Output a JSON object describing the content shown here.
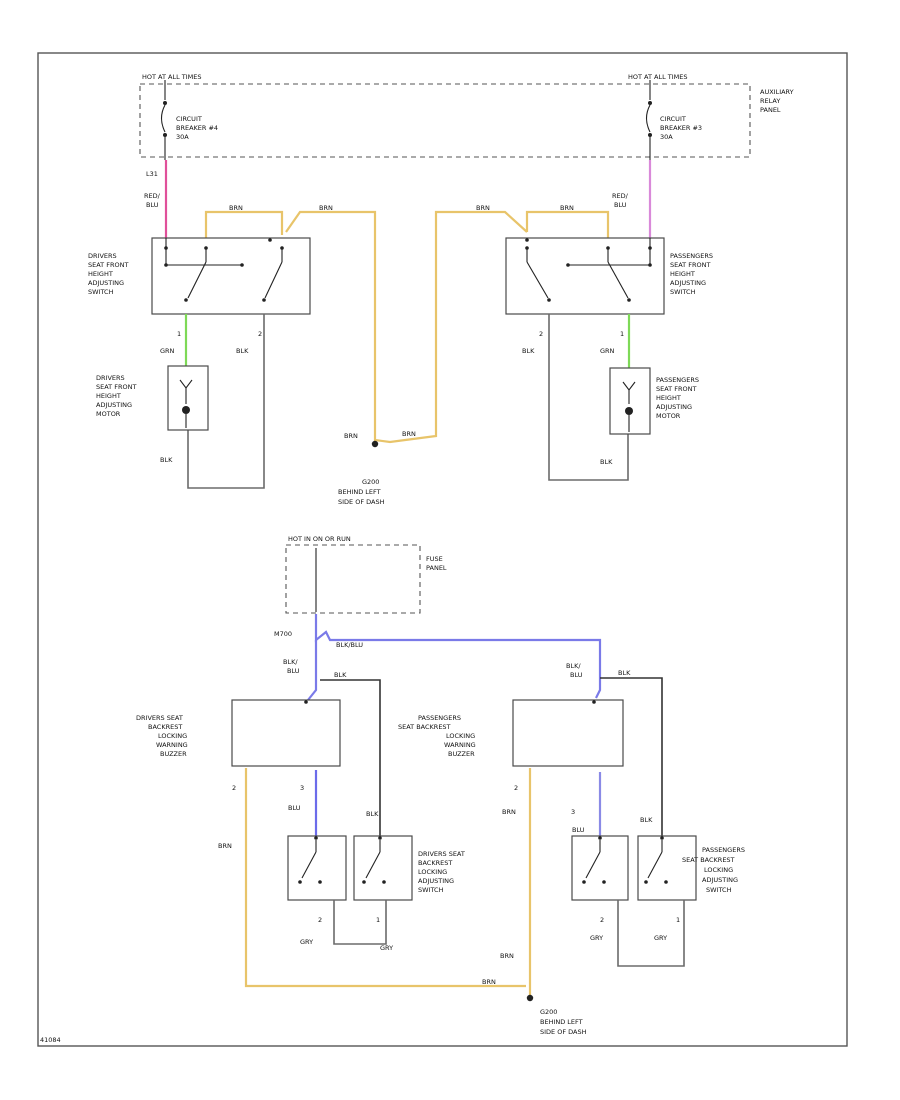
{
  "labels": {
    "hot_left": "HOT AT ALL TIMES",
    "hot_right": "HOT AT ALL TIMES",
    "aux_relay_panel": [
      "AUXILIARY",
      "RELAY",
      "PANEL"
    ],
    "cb_left": [
      "CIRCUIT",
      "BREAKER #4",
      "30A"
    ],
    "cb_right": [
      "CIRCUIT",
      "BREAKER #3",
      "30A"
    ],
    "l31": "L31",
    "red_blu_left": [
      "RED/",
      "BLU"
    ],
    "red_blu_right": [
      "RED/",
      "BLU"
    ],
    "brn_a": "BRN",
    "brn_b": "BRN",
    "brn_c": "BRN",
    "brn_d": "BRN",
    "drv_switch": [
      "DRIVERS",
      "SEAT FRONT",
      "HEIGHT",
      "ADJUSTING",
      "SWITCH"
    ],
    "pass_switch": [
      "PASSENGERS",
      "SEAT FRONT",
      "HEIGHT",
      "ADJUSTING",
      "SWITCH"
    ],
    "drv_pin1": "1",
    "drv_pin2": "2",
    "pass_pin2": "2",
    "pass_pin1": "1",
    "drv_grn": "GRN",
    "drv_blk": "BLK",
    "pass_blk": "BLK",
    "pass_grn": "GRN",
    "drv_motor": [
      "DRIVERS",
      "SEAT FRONT",
      "HEIGHT",
      "ADJUSTING",
      "MOTOR"
    ],
    "pass_motor": [
      "PASSENGERS",
      "SEAT FRONT",
      "HEIGHT",
      "ADJUSTING",
      "MOTOR"
    ],
    "drv_motor_blk": "BLK",
    "pass_motor_blk": "BLK",
    "g1_brn_l": "BRN",
    "g1_brn_r": "BRN",
    "ground1": [
      "G200",
      "BEHIND LEFT",
      "SIDE OF DASH"
    ],
    "hot_run": "HOT IN ON OR RUN",
    "fuse_panel": [
      "FUSE",
      "PANEL"
    ],
    "m700": "M700",
    "blk_blu_top": "BLK/BLU",
    "blk_blu_l": [
      "BLK/",
      "BLU"
    ],
    "blk_blu_r": [
      "BLK/",
      "BLU"
    ],
    "blk_l": "BLK",
    "blk_r": "BLK",
    "drv_buzzer": [
      "DRIVERS SEAT",
      "BACKREST",
      "LOCKING",
      "WARNING",
      "BUZZER"
    ],
    "pass_buzzer": [
      "PASSENGERS",
      "SEAT BACKREST",
      "LOCKING",
      "WARNING",
      "BUZZER"
    ],
    "bz_l_p2": "2",
    "bz_l_p3": "3",
    "bz_r_p2": "2",
    "bz_r_p3": "3",
    "blu_l": "BLU",
    "blu_r": "BLU",
    "blk_sw_l": "BLK",
    "blk_sw_r": "BLK",
    "brn_bz_l": "BRN",
    "brn_bz_r": "BRN",
    "drv_lock_sw": [
      "DRIVERS SEAT",
      "BACKREST",
      "LOCKING",
      "ADJUSTING",
      "SWITCH"
    ],
    "pass_lock_sw": [
      "PASSENGERS",
      "SEAT BACKREST",
      "LOCKING",
      "ADJUSTING",
      "SWITCH"
    ],
    "sw_l_p2": "2",
    "sw_l_p1": "1",
    "sw_r_p2": "2",
    "sw_r_p1": "1",
    "gry_l1": "GRY",
    "gry_l2": "GRY",
    "gry_r1": "GRY",
    "gry_r2": "GRY",
    "brn_bottom_l": "BRN",
    "brn_bottom_r": "BRN",
    "ground2": [
      "G200",
      "BEHIND LEFT",
      "SIDE OF DASH"
    ],
    "footer_code": "41084"
  },
  "colors": {
    "red_blu": "#e0509a",
    "brn": "#e8c46a",
    "grn": "#7ed957",
    "blk_blu": "#7a7ae8",
    "blu": "#6b6bea",
    "grey": "#6b6b6b"
  }
}
